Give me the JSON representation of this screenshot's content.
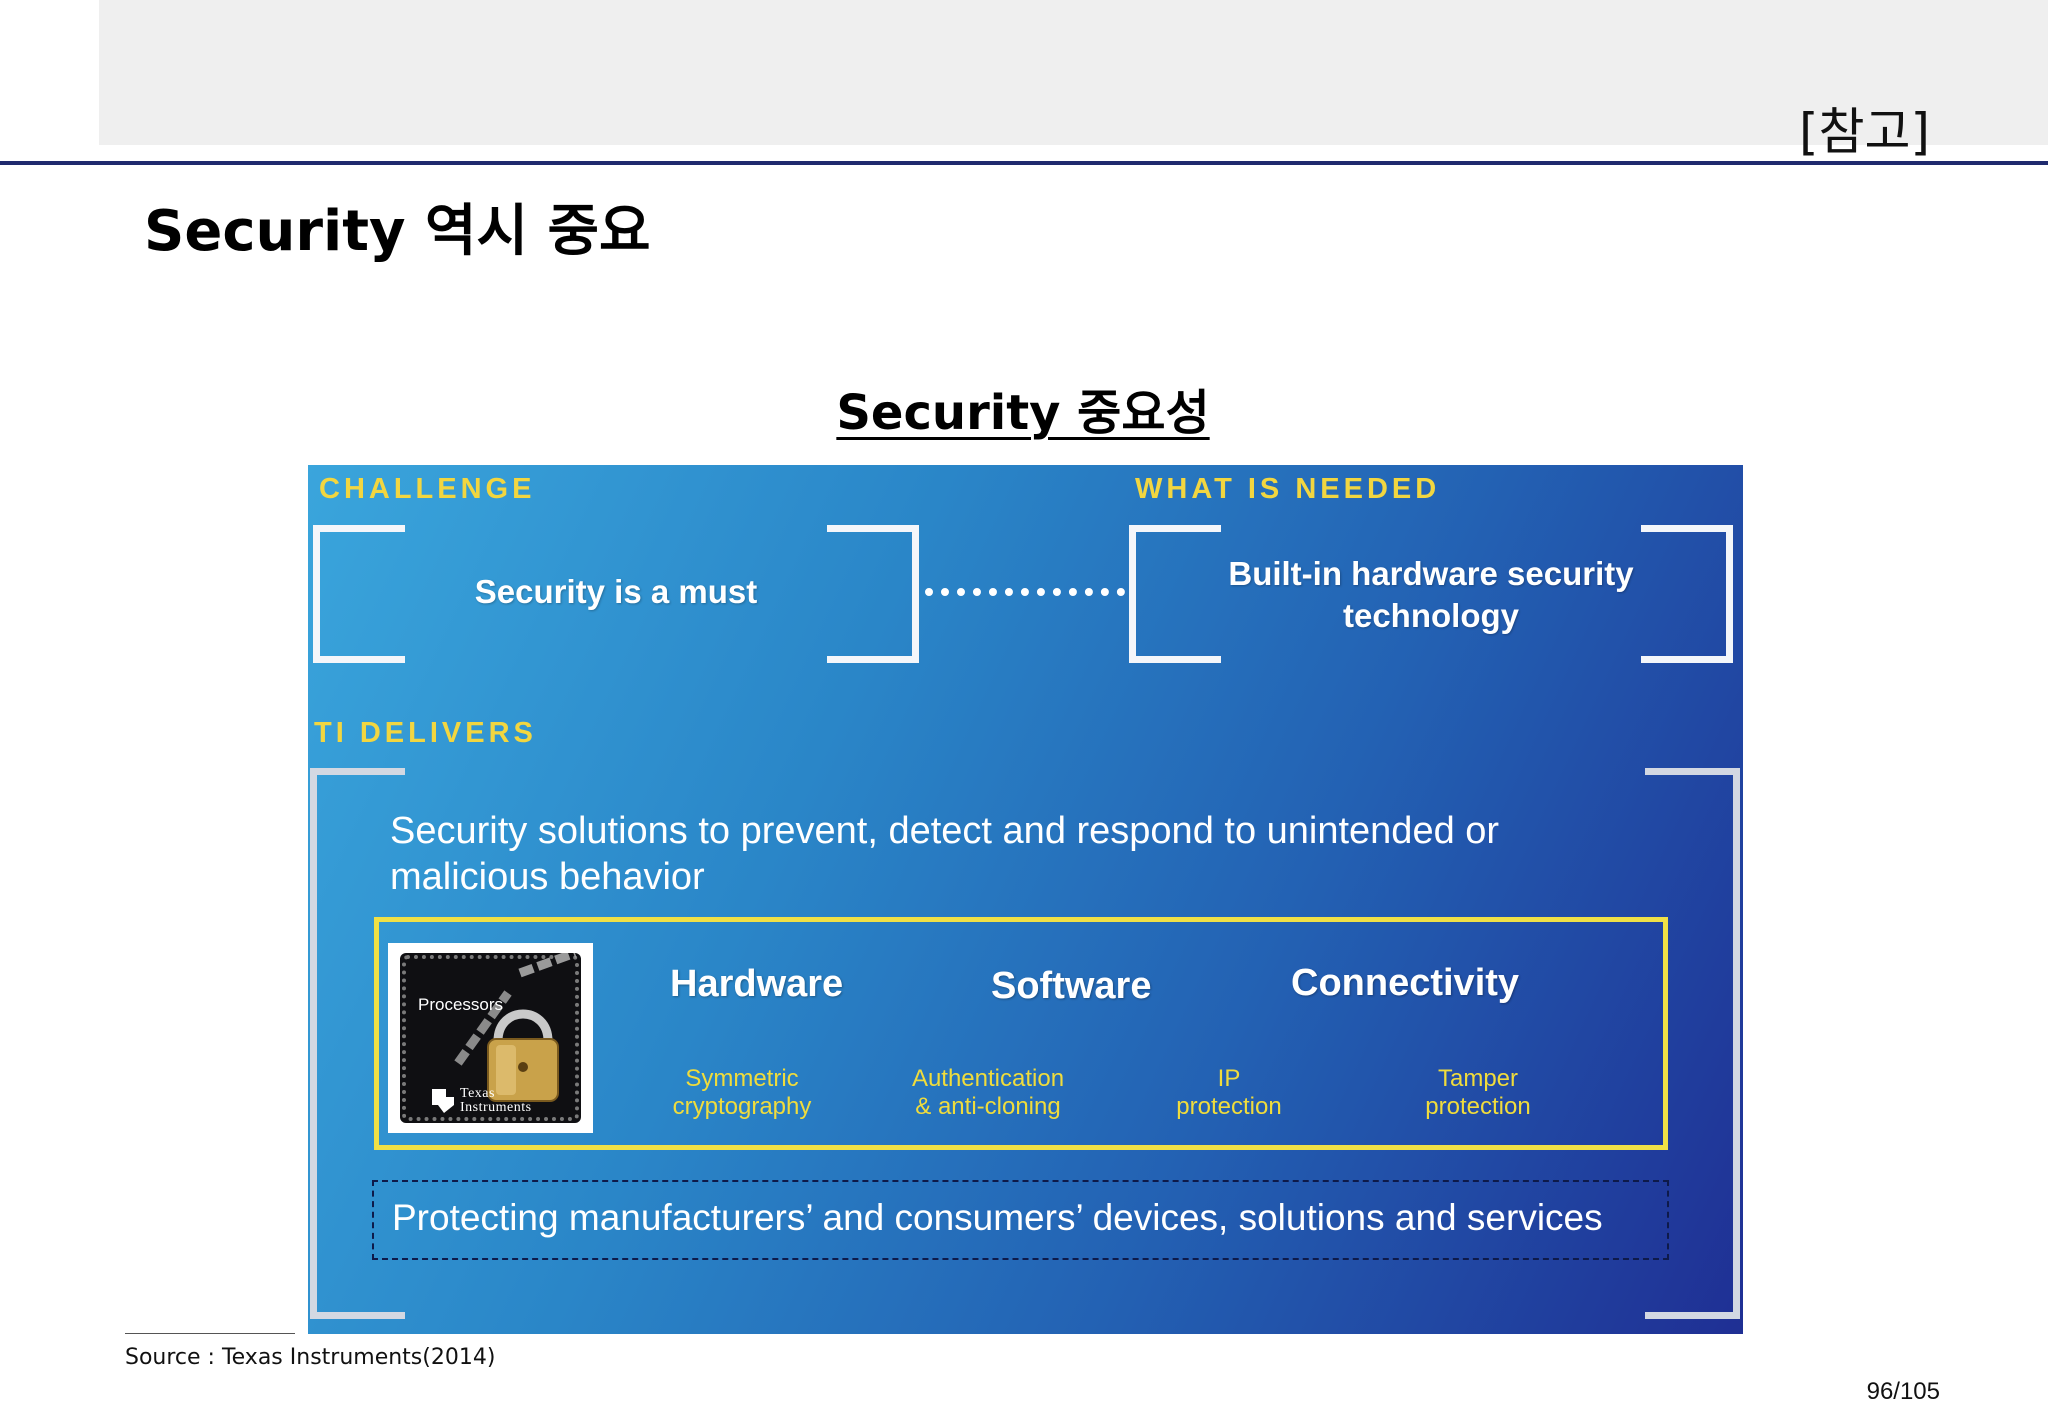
{
  "header": {
    "ref_tag": "[참고]",
    "page_title": "Security 역시 중요"
  },
  "section_title": "Security 중요성",
  "figure": {
    "challenge_label": "CHALLENGE",
    "needed_label": "WHAT IS NEEDED",
    "challenge_text": "Security is a must",
    "needed_text_line1": "Built-in hardware security",
    "needed_text_line2": "technology",
    "delivers_label": "TI DELIVERS",
    "solutions_text": "Security solutions to prevent, detect and respond to unintended or malicious behavior",
    "chip_label": "Processors",
    "chip_brand_line1": "Texas",
    "chip_brand_line2": "Instruments",
    "categories": [
      "Hardware",
      "Software",
      "Connectivity"
    ],
    "features": [
      {
        "line1": "Symmetric",
        "line2": "cryptography"
      },
      {
        "line1": "Authentication",
        "line2": "& anti-cloning"
      },
      {
        "line1": "IP",
        "line2": "protection"
      },
      {
        "line1": "Tamper",
        "line2": "protection"
      }
    ],
    "protecting_text": "Protecting manufacturers’ and consumers’ devices, solutions and services",
    "colors": {
      "panel_light": "#3aa5dc",
      "panel_dark": "#1f2f94",
      "accent_yellow": "#f0e046",
      "rule_navy": "#1f2a6e"
    }
  },
  "footer": {
    "source": "Source : Texas Instruments(2014)",
    "page_number": "96/105"
  }
}
